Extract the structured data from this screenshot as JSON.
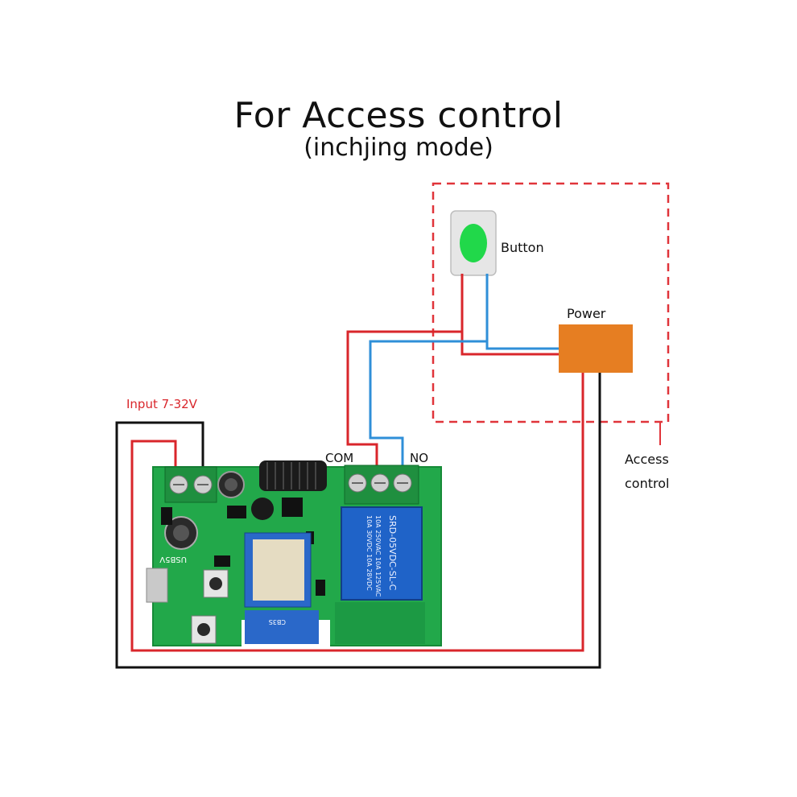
{
  "header": {
    "title": "For Access control",
    "subtitle": "(inchjing mode)"
  },
  "labels": {
    "button": "Button",
    "power": "Power",
    "input": "Input 7-32V",
    "com": "COM",
    "no": "NO",
    "access_line1": "Access",
    "access_line2": "control",
    "usb": "USB5V",
    "module": "CB3S",
    "relay_line1": "SRD-05VDC-SL-C",
    "relay_line2": "10A 250VAC  10A 125VAC",
    "relay_line3": "10A 30VDC  10A 28VDC"
  },
  "colors": {
    "red_wire": "#d9262b",
    "blue_wire": "#2f8fd8",
    "black_wire": "#111111",
    "dashed_box": "#e0343a",
    "pcb": "#22a84a",
    "relay": "#1f63c8",
    "power_box": "#e67e22",
    "button_led": "#21d84a",
    "input_label": "#d9262b"
  }
}
